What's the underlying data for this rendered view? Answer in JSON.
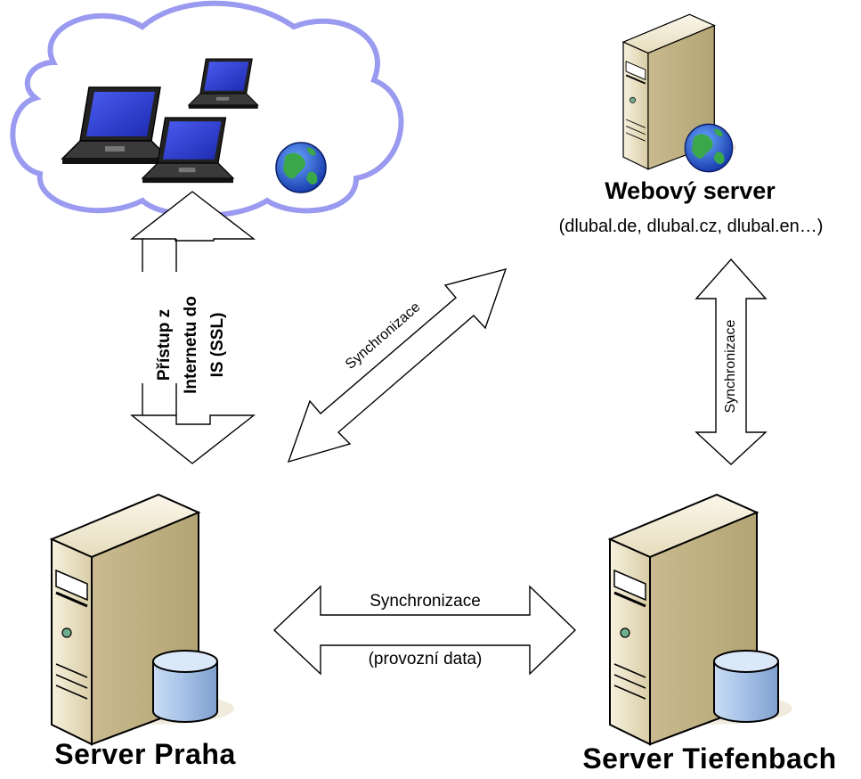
{
  "nodes": {
    "internet_cloud": {
      "icon": "cloud-with-laptops-and-globe"
    },
    "web_server": {
      "title": "Webový server",
      "subtitle": "(dlubal.de, dlubal.cz, dlubal.en…)",
      "icon": "server-with-globe"
    },
    "server_praha": {
      "title": "Server Praha",
      "icon": "server-with-database"
    },
    "server_tiefenbach": {
      "title": "Server Tiefenbach",
      "icon": "server-with-database"
    }
  },
  "connections": {
    "internet_access": {
      "line1": "Přístup z",
      "line2": "Internetu do",
      "line3": "IS (SSL)"
    },
    "sync_diagonal": {
      "label": "Synchronizace"
    },
    "sync_vertical": {
      "label": "Synchronizace"
    },
    "sync_horizontal": {
      "label": "Synchronizace",
      "sublabel": "(provozní data)"
    }
  },
  "colors": {
    "cloud_outline": "#9a9af0",
    "server_body": "#e8dfc0",
    "server_front": "#f4eedb",
    "screen_blue": "#2d3fd6",
    "db_blue": "#a9c6ea"
  }
}
